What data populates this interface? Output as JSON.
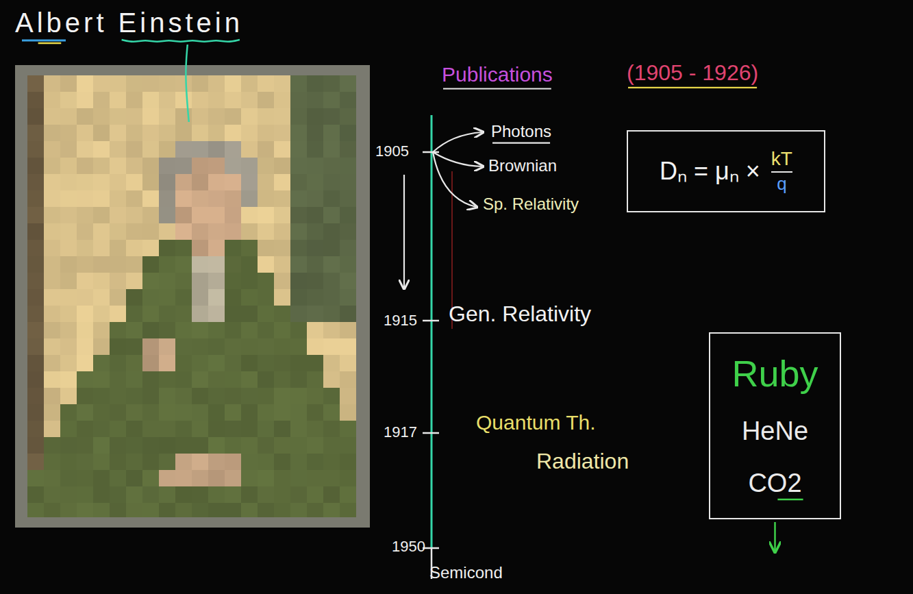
{
  "diagram": {
    "title": "Albert Einstein",
    "nodes": [
      {
        "text": [
          "Dₙ = μₙ ×",
          "kT",
          "q"
        ]
      },
      {
        "text": [
          "Ruby",
          "HeNe",
          "CO2"
        ]
      }
    ],
    "labels": [
      "Publications",
      "(1905 - 1926)",
      "1905",
      "Photons",
      "Brownian",
      "Sp. Relativity",
      "1915",
      "Gen. Relativity",
      "1917",
      "Quantum Th.",
      "Radiation",
      "1950",
      "Semicond"
    ]
  }
}
